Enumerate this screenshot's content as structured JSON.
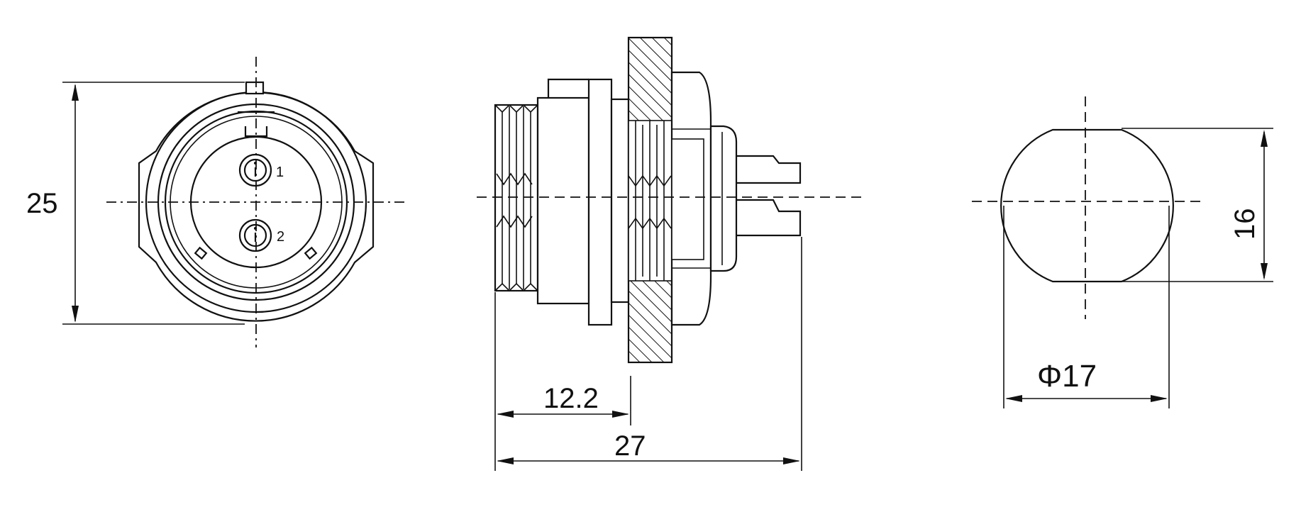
{
  "dimensions": {
    "height_front": "25",
    "mount_depth": "12.2",
    "overall_length": "27",
    "cutout_flat": "16",
    "cutout_diameter": "Φ17"
  },
  "pins": {
    "pin1": "1",
    "pin2": "2"
  }
}
